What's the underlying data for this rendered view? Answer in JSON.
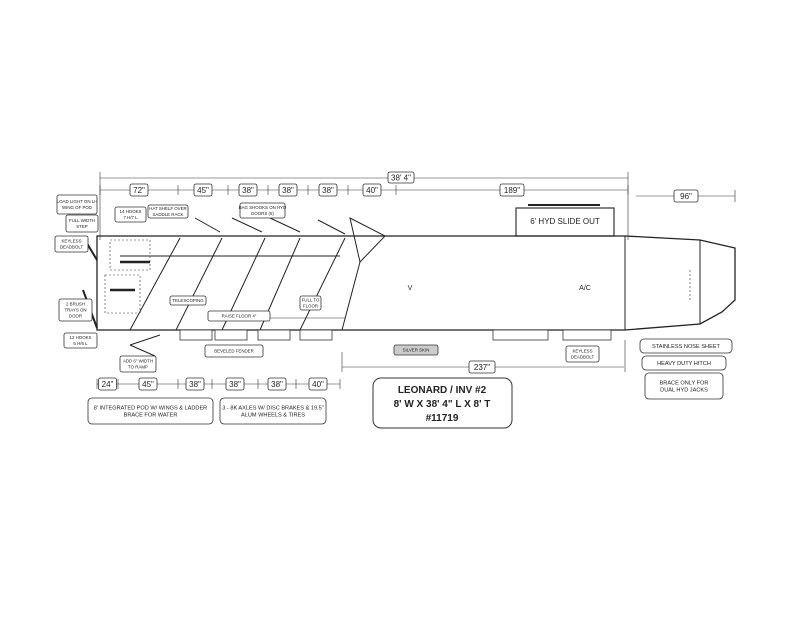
{
  "overall_length": "38' 4\"",
  "top_dims": [
    "72\"",
    "45\"",
    "38\"",
    "38\"",
    "38\"",
    "40\"",
    "189\""
  ],
  "nose_dim": "96\"",
  "bottom_dims": [
    "24\"",
    "45\"",
    "38\"",
    "38\"",
    "38\"",
    "40\""
  ],
  "rear_dim": "237\"",
  "slide_out": "6' HYD SLIDE OUT",
  "markers": {
    "v": "V",
    "ac": "A/C"
  },
  "labels": {
    "load_light": [
      "LOAD LIGHT ON LH",
      "WING OF POD"
    ],
    "full_step": [
      "FULL WIDTH",
      "STEP"
    ],
    "keyless_left": [
      "KEYLESS",
      "DEADBOLT"
    ],
    "brush_trays": [
      "2 BRUSH",
      "TRAYS ON",
      "DOOR"
    ],
    "hooks_12": [
      "12 HOOKS",
      "6 H/6 L"
    ],
    "hooks_14": [
      "14 HOOKS",
      "7 H/7 L"
    ],
    "hat_shelf": [
      "HAT SHELF OVER",
      "SADDLE RACK"
    ],
    "bag_hooks": [
      "BAG SHOOKS ON HYD",
      "DOORS (5)"
    ],
    "telescoping": [
      "TELESCOPING"
    ],
    "full_floor": [
      "FULL TO",
      "FLOOR"
    ],
    "raise_floor": [
      "RAISE FLOOR 4\""
    ],
    "beveled_fender": [
      "BEVELED FENDER"
    ],
    "add_width": [
      "ADD 6\" WIDTH",
      "TO RAMP"
    ],
    "silver_skin": [
      "SILVER SKIN"
    ],
    "keyless_right": [
      "KEYLESS",
      "DEADBOLT"
    ],
    "nose_sheet": [
      "STAINLESS NOSE SHEET"
    ],
    "hitch": [
      "HEAVY DUTY HITCH"
    ],
    "brace": [
      "BRACE ONLY FOR",
      "DUAL HYD JACKS"
    ],
    "pod": [
      "8' INTEGRATED POD W/ WINGS & LADDER",
      "BRACE FOR WATER"
    ],
    "axles": [
      "3 - 8K AXLES W/ DISC BRAKES & 19.5\"",
      "ALUM WHEELS & TIRES"
    ]
  },
  "title": {
    "line1": "LEONARD / INV #2",
    "line2": "8' W X 38' 4\" L X 8' T",
    "line3": "#11719"
  }
}
